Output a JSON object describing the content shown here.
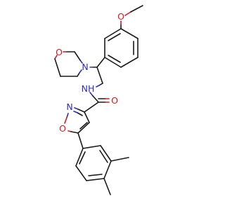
{
  "diagram": {
    "type": "chemical-structure",
    "atom_labels": {
      "methoxy_o": "O",
      "morpholine_o": "O",
      "morpholine_n": "N",
      "amide_n": "NH",
      "amide_o": "O",
      "isoxazole_n": "N",
      "isoxazole_o": "O"
    },
    "colors": {
      "carbon": "#1a1a1a",
      "oxygen": "#e1141c",
      "nitrogen": "#2a2ad6",
      "background": "#ffffff"
    }
  }
}
